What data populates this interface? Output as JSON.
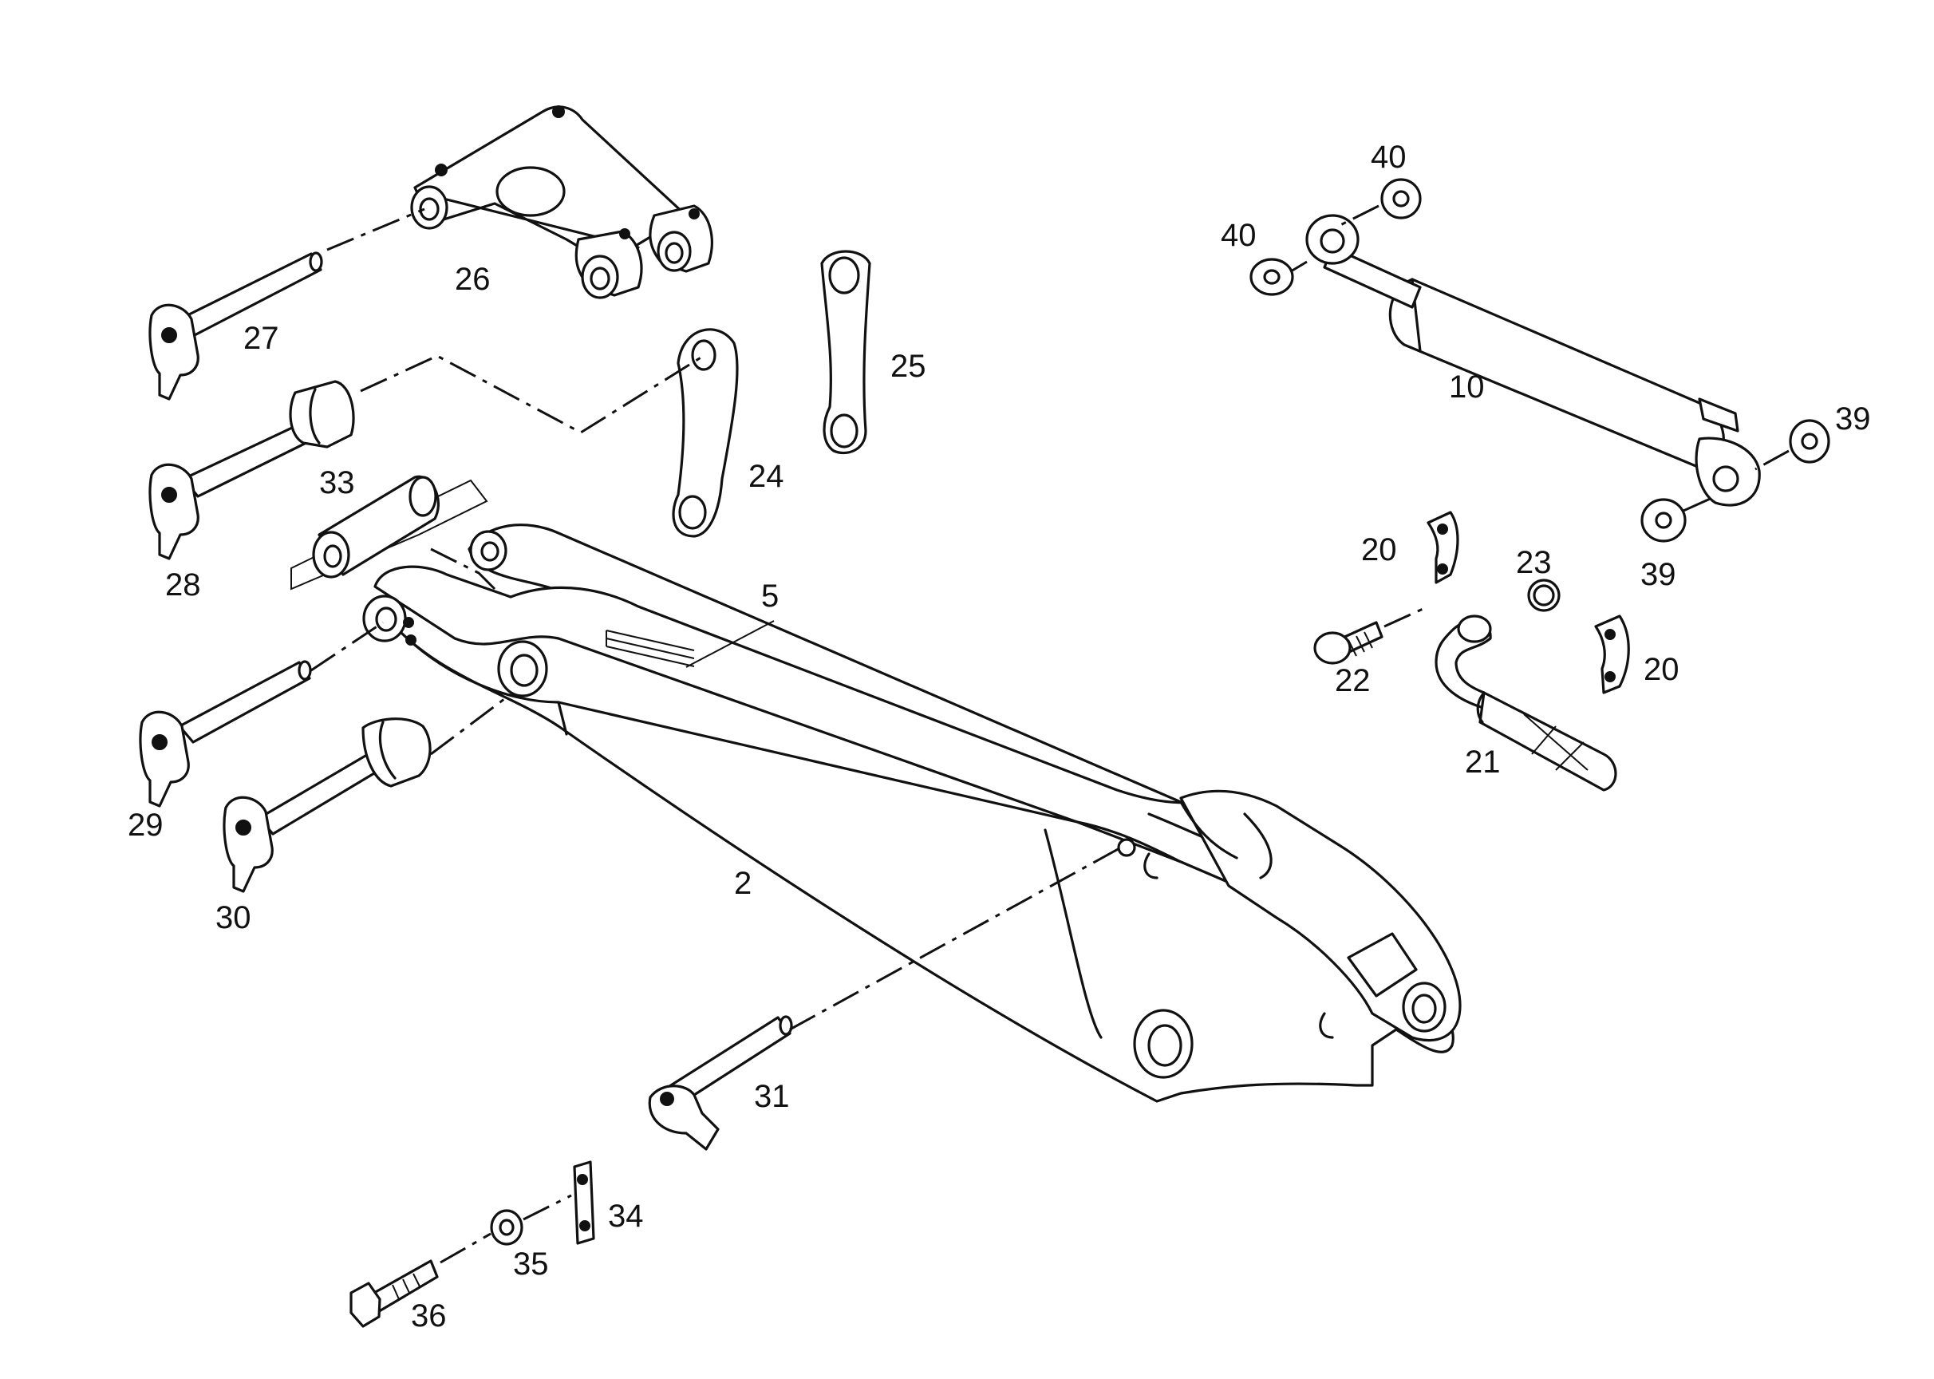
{
  "callouts": {
    "c2": "2",
    "c5": "5",
    "c10": "10",
    "c20a": "20",
    "c20b": "20",
    "c21": "21",
    "c22": "22",
    "c23": "23",
    "c24": "24",
    "c25": "25",
    "c26": "26",
    "c27": "27",
    "c28": "28",
    "c29": "29",
    "c30": "30",
    "c31": "31",
    "c33": "33",
    "c34": "34",
    "c35": "35",
    "c36": "36",
    "c39a": "39",
    "c39b": "39",
    "c40a": "40",
    "c40b": "40"
  }
}
